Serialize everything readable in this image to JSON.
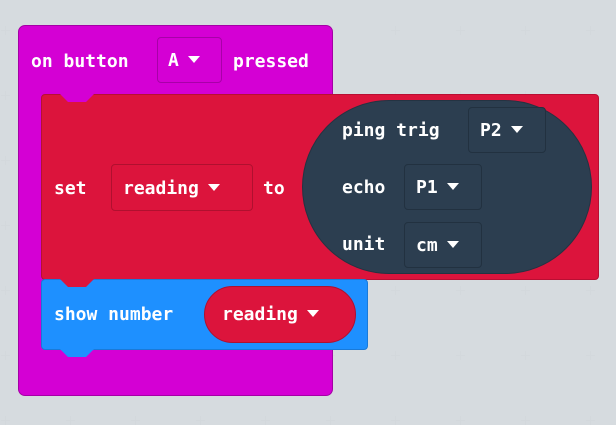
{
  "workspace": {
    "background": "#ecf0f1"
  },
  "on_button_block": {
    "prefix": "on button",
    "button": "A",
    "suffix": "pressed",
    "color": "#d400d4"
  },
  "set_block": {
    "label": "set",
    "variable": "reading",
    "to_label": "to",
    "color": "#dc143c"
  },
  "ping_block": {
    "trig_label": "ping trig",
    "trig_value": "P2",
    "echo_label": "echo",
    "echo_value": "P1",
    "unit_label": "unit",
    "unit_value": "cm",
    "color": "#2c3e50"
  },
  "show_number_block": {
    "label": "show number",
    "variable": "reading",
    "color": "#1e90ff"
  }
}
